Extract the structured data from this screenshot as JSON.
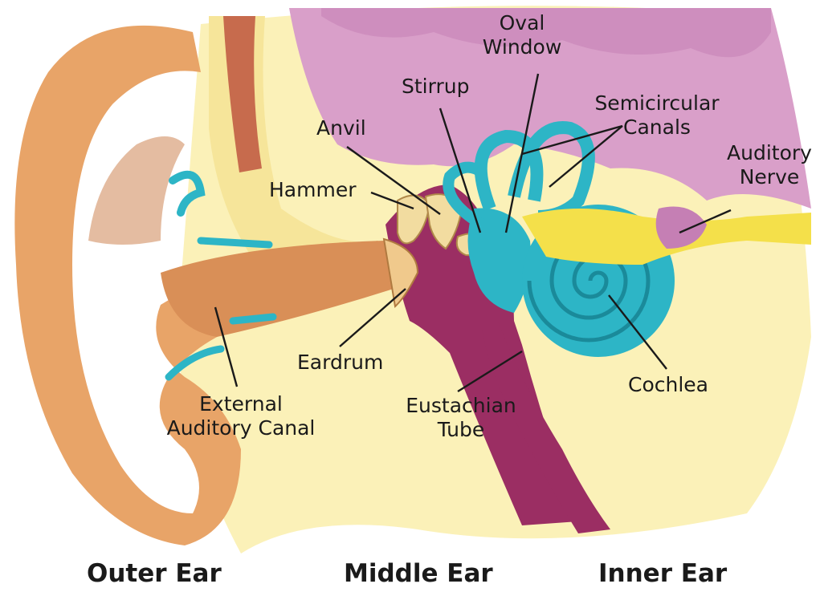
{
  "labels": {
    "oval_window": [
      "Oval",
      "Window"
    ],
    "stirrup": "Stirrup",
    "semicircular_canals": [
      "Semicircular",
      "Canals"
    ],
    "anvil": "Anvil",
    "auditory_nerve": [
      "Auditory",
      "Nerve"
    ],
    "hammer": "Hammer",
    "eardrum": "Eardrum",
    "cochlea": "Cochlea",
    "external_auditory_canal": [
      "External",
      "Auditory Canal"
    ],
    "eustachian_tube": [
      "Eustachian",
      "Tube"
    ]
  },
  "regions": {
    "outer": "Outer Ear",
    "middle": "Middle Ear",
    "inner": "Inner Ear"
  },
  "colors": {
    "pinna": "#e8a468",
    "pinna_shadow": "#c97a43",
    "tissue": "#fbf1b8",
    "bone": "#f6e59a",
    "brain": "#d99fc9",
    "brain_dark": "#c57fb4",
    "middle_cavity": "#9b2e63",
    "inner_fluid": "#2db5c6",
    "nerve": "#f4e04a",
    "pointer": "#1a1a1a"
  }
}
